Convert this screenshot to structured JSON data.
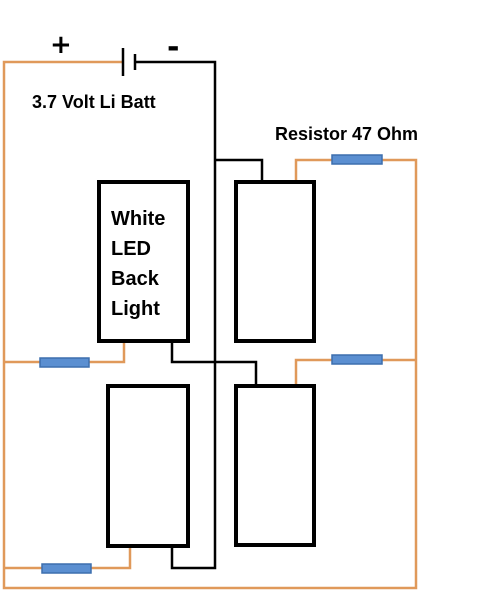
{
  "diagram": {
    "battery": {
      "plus": "+",
      "minus": "-",
      "label": "3.7 Volt Li Batt"
    },
    "resistor": {
      "label": "Resistor 47 Ohm"
    },
    "led": {
      "line1": "White",
      "line2": "LED",
      "line3": "Back",
      "line4": "Light"
    },
    "colors": {
      "wire_orange": "#e0995a",
      "wire_black": "#000000",
      "resistor_fill": "#5b8fd1",
      "resistor_stroke": "#3d6fae",
      "outline": "#000000"
    }
  }
}
